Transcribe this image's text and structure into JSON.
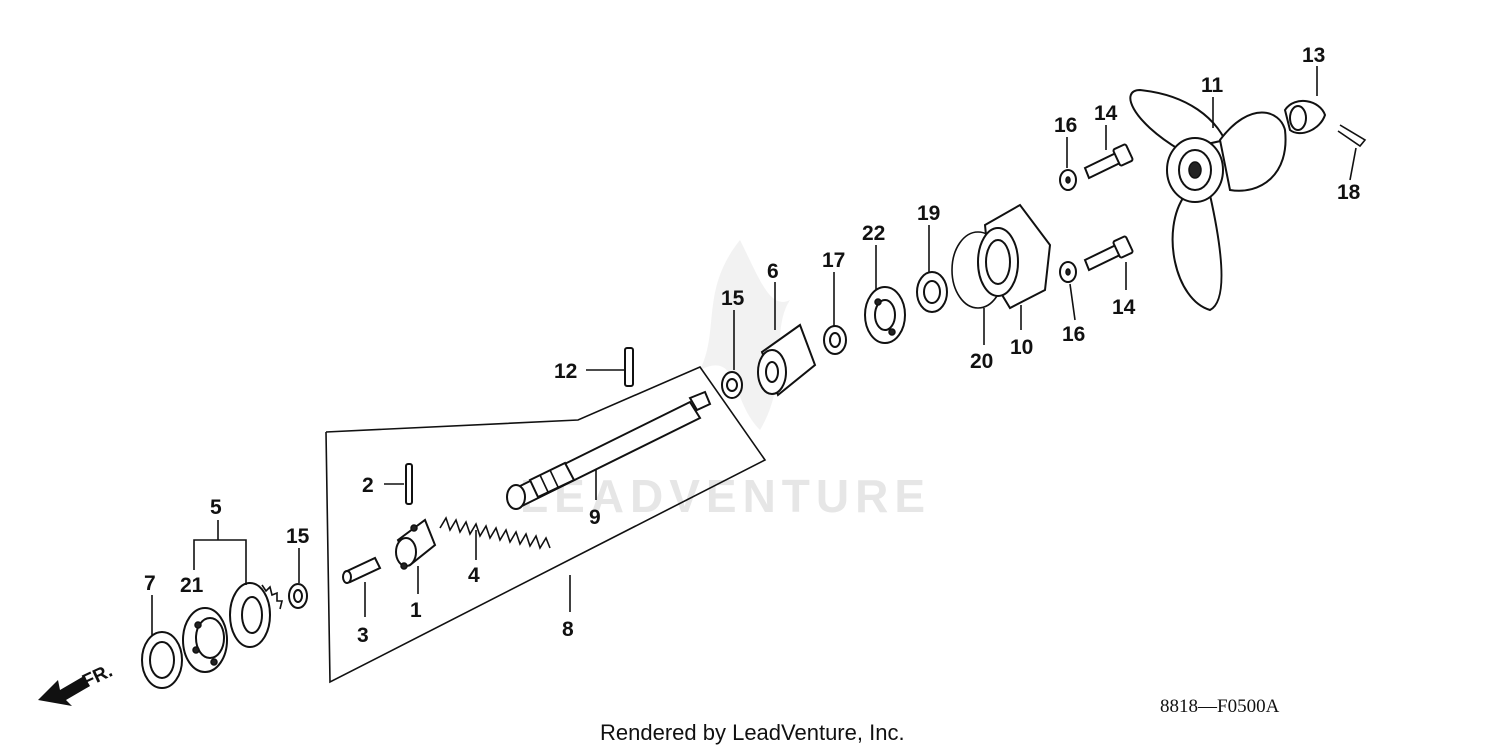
{
  "diagram": {
    "callouts": [
      "1",
      "2",
      "3",
      "4",
      "5",
      "6",
      "7",
      "8",
      "9",
      "10",
      "11",
      "12",
      "13",
      "14",
      "14",
      "15",
      "15",
      "16",
      "16",
      "17",
      "18",
      "19",
      "20",
      "21",
      "22"
    ],
    "front_label": "FR.",
    "watermark": "LEADVENTURE",
    "figure_code": "8818—F0500A",
    "credit": "Rendered by LeadVenture, Inc."
  }
}
